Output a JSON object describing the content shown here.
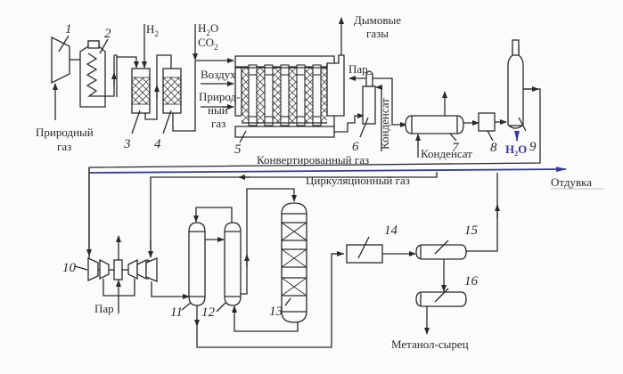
{
  "diagram": {
    "type": "process-flow",
    "title": "Methanol synthesis from natural gas",
    "equipment_numbers": [
      "1",
      "2",
      "3",
      "4",
      "5",
      "6",
      "7",
      "8",
      "9",
      "10",
      "11",
      "12",
      "13",
      "14",
      "15",
      "16"
    ],
    "streams": {
      "natural_gas_in": [
        "Природный",
        "газ"
      ],
      "hydrogen": "H",
      "hydrogen_sub": "2",
      "water": "H",
      "water_sub": "2",
      "water_tail": "O",
      "co2": "CO",
      "co2_sub": "2",
      "air": "Воздух",
      "natural_gas_reformer": [
        "Природ-",
        "ный",
        "газ"
      ],
      "flue_gases": [
        "Дымовые",
        "газы"
      ],
      "steam_top": "Пар",
      "condensate_vertical": "Конденсат",
      "converted_gas": "Конвертированный газ",
      "condensate_7": "Конденсат",
      "h2o_out": "H",
      "h2o_out_sub": "2",
      "h2o_out_tail": "O",
      "purge": "Отдувка",
      "circulation_gas": "Циркуляционный газ",
      "steam_compressor": "Пар",
      "crude_methanol": "Метанол-сырец"
    },
    "colors": {
      "line": "#2a2a2a",
      "accent_blue": "#3a3a9a",
      "background": "#fbfbf9"
    }
  }
}
